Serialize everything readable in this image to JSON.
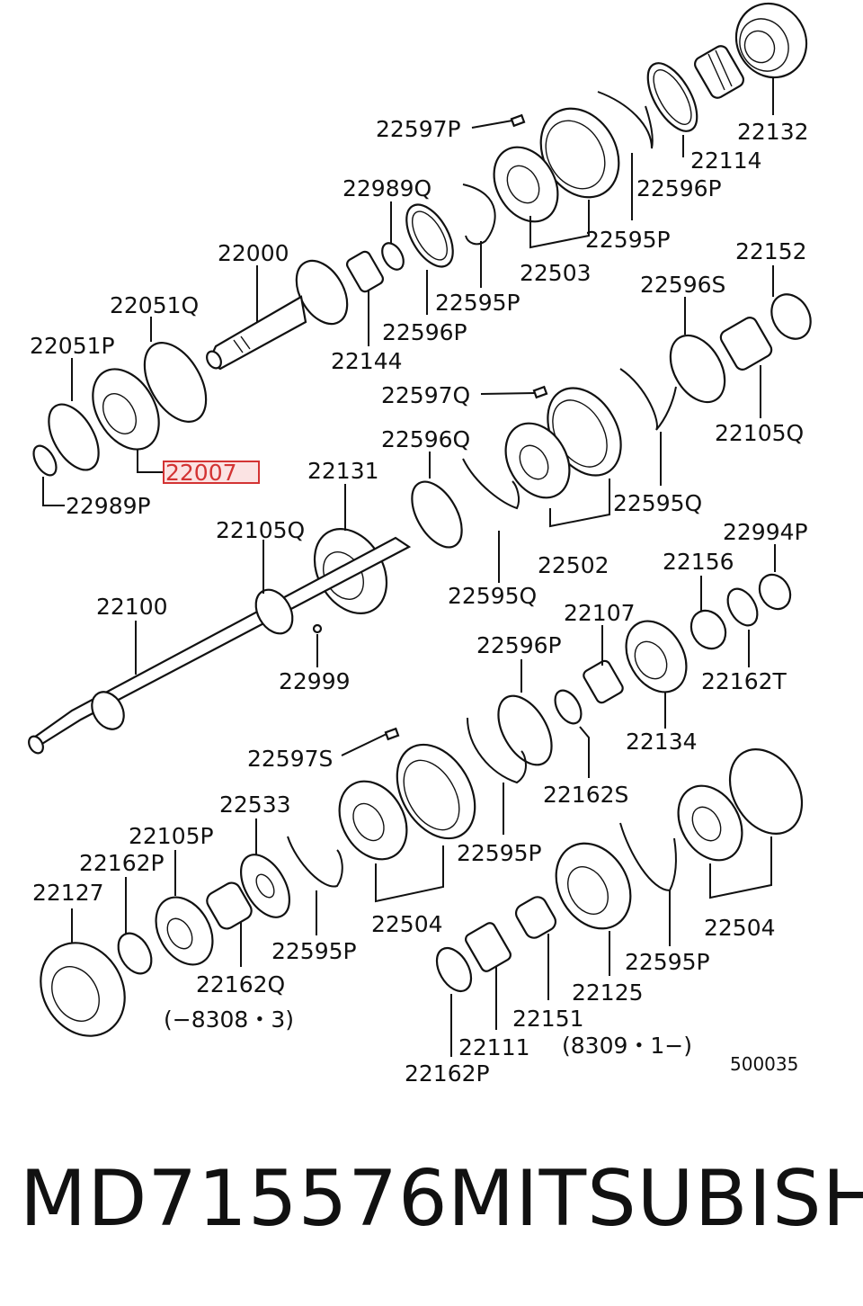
{
  "labels": {
    "p22597P_a": "22597P",
    "p22132": "22132",
    "p22114": "22114",
    "p22989Q": "22989Q",
    "p22596P_a": "22596P",
    "p22595P_a": "22595P",
    "p22000": "22000",
    "p22503": "22503",
    "p22152": "22152",
    "p22051Q": "22051Q",
    "p22595P_b": "22595P",
    "p22596S": "22596S",
    "p22051P": "22051P",
    "p22596P_b": "22596P",
    "p22144": "22144",
    "p22597Q": "22597Q",
    "p22105Q_a": "22105Q",
    "p22007": "22007",
    "p22596Q": "22596Q",
    "p22131": "22131",
    "p22989P": "22989P",
    "p22595Q_a": "22595Q",
    "p22105Q_b": "22105Q",
    "p22994P": "22994P",
    "p22502": "22502",
    "p22156": "22156",
    "p22100": "22100",
    "p22595Q_b": "22595Q",
    "p22107": "22107",
    "p22596P_c": "22596P",
    "p22999": "22999",
    "p22162T": "22162T",
    "p22134": "22134",
    "p22597S": "22597S",
    "p22162S": "22162S",
    "p22533": "22533",
    "p22105P": "22105P",
    "p22595P_c": "22595P",
    "p22162P_a": "22162P",
    "p22127": "22127",
    "p22504_a": "22504",
    "p22504_b": "22504",
    "p22595P_d": "22595P",
    "p22595P_e": "22595P",
    "p22162Q": "22162Q",
    "p22125": "22125",
    "p22151": "22151",
    "p22111": "22111",
    "p22162P_b": "22162P",
    "note_a": "(−8308・3)",
    "note_b": "(8309・1−)",
    "diagram_id": "500035"
  },
  "caption": {
    "part_number": "MD715576",
    "brand": "MITSUBISHI"
  },
  "highlight": {
    "label": "22007",
    "color": "#d33333"
  }
}
